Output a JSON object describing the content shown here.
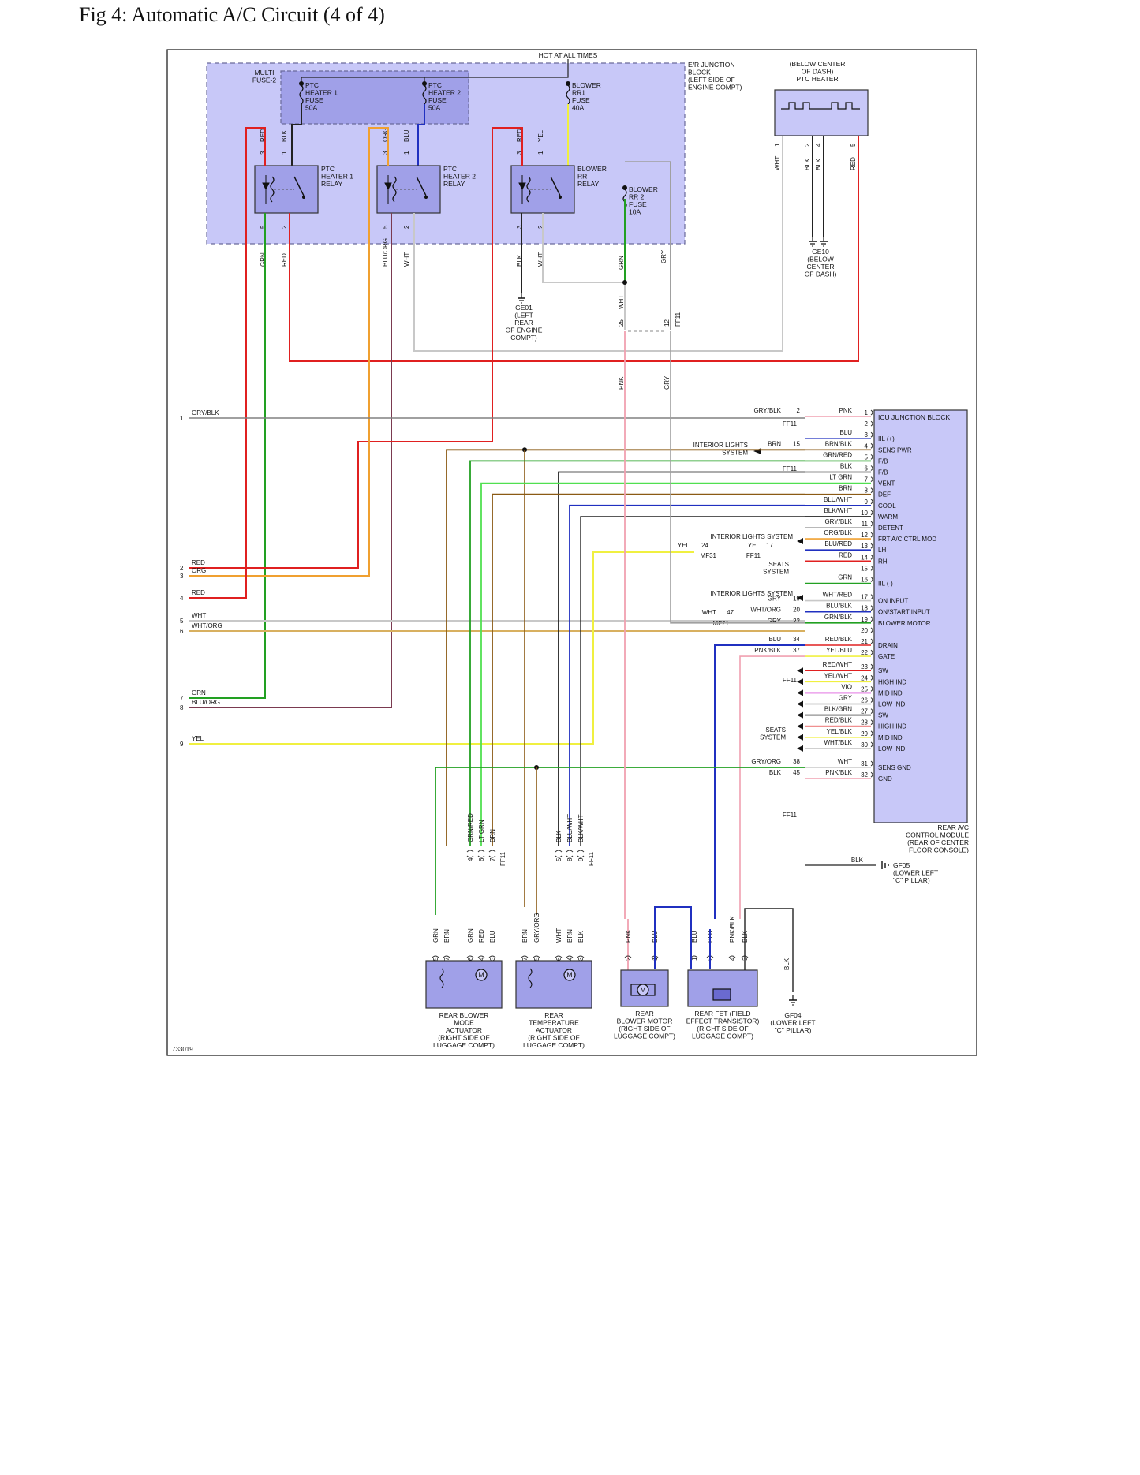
{
  "figure": {
    "title": "Fig 4: Automatic A/C Circuit (4 of 4)",
    "id": "733019"
  },
  "power": {
    "hot_at_all_times": "HOT AT ALL TIMES"
  },
  "junction_block": {
    "label_lines": [
      "E/R JUNCTION",
      "BLOCK",
      "(LEFT SIDE OF",
      "ENGINE COMPT)"
    ]
  },
  "multi_fuse": {
    "label_lines": [
      "MULTI",
      "FUSE-2"
    ]
  },
  "fuses": [
    {
      "lines": [
        "PTC",
        "HEATER 1",
        "FUSE",
        "50A"
      ]
    },
    {
      "lines": [
        "PTC",
        "HEATER 2",
        "FUSE",
        "50A"
      ]
    },
    {
      "lines": [
        "BLOWER",
        "RR1",
        "FUSE",
        "40A"
      ]
    },
    {
      "lines": [
        "BLOWER",
        "RR 2",
        "FUSE",
        "10A"
      ]
    }
  ],
  "relays": [
    {
      "lines": [
        "PTC",
        "HEATER 1",
        "RELAY"
      ],
      "pins_top": [
        "3",
        "1"
      ],
      "wires_top": [
        "RED",
        "BLK"
      ],
      "pins_bottom": [
        "5",
        "2"
      ],
      "wires_bottom": [
        "GRN",
        "RED"
      ]
    },
    {
      "lines": [
        "PTC",
        "HEATER 2",
        "RELAY"
      ],
      "pins_top": [
        "3",
        "1"
      ],
      "wires_top": [
        "ORG",
        "BLU"
      ],
      "pins_bottom": [
        "5",
        "2"
      ],
      "wires_bottom": [
        "BLU/ORG",
        "WHT"
      ]
    },
    {
      "lines": [
        "BLOWER",
        "RR",
        "RELAY"
      ],
      "pins_top": [
        "3",
        "1"
      ],
      "wires_top": [
        "RED",
        "YEL"
      ],
      "pins_bottom": [
        "3",
        "2"
      ],
      "wires_bottom": [
        "BLK",
        "WHT"
      ]
    }
  ],
  "ptc_heater": {
    "label_lines": [
      "(BELOW CENTER",
      "OF DASH)",
      "PTC HEATER"
    ],
    "pins": [
      "1",
      "2",
      "4",
      "5"
    ],
    "wires": [
      "WHT",
      "BLK",
      "BLK",
      "RED"
    ]
  },
  "grounds": [
    {
      "lines": [
        "GE10",
        "(BELOW",
        "CENTER",
        "OF DASH)"
      ]
    },
    {
      "lines": [
        "GE01",
        "(LEFT",
        "REAR",
        "OF ENGINE",
        "COMPT)"
      ]
    },
    {
      "lines": [
        "GF05",
        "(LOWER LEFT",
        "\"C\" PILLAR)"
      ]
    },
    {
      "lines": [
        "GF04",
        "(LOWER LEFT",
        "\"C\" PILLAR)"
      ]
    }
  ],
  "misc_wires": {
    "blower_rr2_out": "GRN",
    "gry_top": "GRY",
    "wht_ff11": "WHT",
    "pin25": "25",
    "pin12": "12",
    "ff11": "FF11",
    "pnk": "PNK",
    "gry": "GRY"
  },
  "left_pins": [
    {
      "num": "1",
      "color": "GRY/BLK"
    },
    {
      "num": "2",
      "color": "RED"
    },
    {
      "num": "3",
      "color": "ORG"
    },
    {
      "num": "4",
      "color": "RED"
    },
    {
      "num": "5",
      "color": "WHT"
    },
    {
      "num": "6",
      "color": "WHT/ORG"
    },
    {
      "num": "7",
      "color": "GRN"
    },
    {
      "num": "8",
      "color": "BLU/ORG"
    },
    {
      "num": "9",
      "color": "YEL"
    }
  ],
  "module": {
    "header": "ICU JUNCTION BLOCK",
    "footer_lines": [
      "REAR A/C",
      "CONTROL MODULE",
      "(REAR OF CENTER",
      "FLOOR CONSOLE)"
    ],
    "pins": [
      {
        "num": "1",
        "color": "PNK",
        "func": ""
      },
      {
        "num": "2",
        "color": "",
        "func": ""
      },
      {
        "num": "3",
        "color": "BLU",
        "func": "IIL (+)"
      },
      {
        "num": "4",
        "color": "BRN/BLK",
        "func": "SENS PWR"
      },
      {
        "num": "5",
        "color": "GRN/RED",
        "func": "F/B"
      },
      {
        "num": "6",
        "color": "BLK",
        "func": "F/B"
      },
      {
        "num": "7",
        "color": "LT GRN",
        "func": "VENT"
      },
      {
        "num": "8",
        "color": "BRN",
        "func": "DEF"
      },
      {
        "num": "9",
        "color": "BLU/WHT",
        "func": "COOL"
      },
      {
        "num": "10",
        "color": "BLK/WHT",
        "func": "WARM"
      },
      {
        "num": "11",
        "color": "GRY/BLK",
        "func": "DETENT"
      },
      {
        "num": "12",
        "color": "ORG/BLK",
        "func": "FRT A/C CTRL MOD"
      },
      {
        "num": "13",
        "color": "BLU/RED",
        "func": "LH"
      },
      {
        "num": "14",
        "color": "RED",
        "func": "RH"
      },
      {
        "num": "15",
        "color": "",
        "func": ""
      },
      {
        "num": "16",
        "color": "GRN",
        "func": "IIL (-)"
      },
      {
        "num": "17",
        "color": "WHT/RED",
        "func": "ON INPUT"
      },
      {
        "num": "18",
        "color": "BLU/BLK",
        "func": "ON/START INPUT"
      },
      {
        "num": "19",
        "color": "GRN/BLK",
        "func": "BLOWER MOTOR"
      },
      {
        "num": "20",
        "color": "",
        "func": ""
      },
      {
        "num": "21",
        "color": "RED/BLK",
        "func": "DRAIN"
      },
      {
        "num": "22",
        "color": "YEL/BLU",
        "func": "GATE"
      },
      {
        "num": "23",
        "color": "RED/WHT",
        "func": "SW"
      },
      {
        "num": "24",
        "color": "YEL/WHT",
        "func": "HIGH IND"
      },
      {
        "num": "25",
        "color": "VIO",
        "func": "MID IND"
      },
      {
        "num": "26",
        "color": "GRY",
        "func": "LOW IND"
      },
      {
        "num": "27",
        "color": "BLK/GRN",
        "func": "SW"
      },
      {
        "num": "28",
        "color": "RED/BLK",
        "func": "HIGH IND"
      },
      {
        "num": "29",
        "color": "YEL/BLK",
        "func": "MID IND"
      },
      {
        "num": "30",
        "color": "WHT/BLK",
        "func": "LOW IND"
      },
      {
        "num": "31",
        "color": "WHT",
        "func": "SENS GND"
      },
      {
        "num": "32",
        "color": "PNK/BLK",
        "func": "GND"
      }
    ]
  },
  "ff11_side": {
    "rows": [
      {
        "color": "GRY/BLK",
        "num": "2"
      },
      {
        "color": "BRN",
        "num": "15"
      },
      {
        "color": "GRY",
        "num": "19"
      },
      {
        "color": "WHT/ORG",
        "num": "20"
      },
      {
        "color": "GRY",
        "num": "22"
      },
      {
        "color": "BLU",
        "num": "34"
      },
      {
        "color": "PNK/BLK",
        "num": "37"
      },
      {
        "color": "GRY/ORG",
        "num": "38"
      },
      {
        "color": "BLK",
        "num": "45"
      },
      {
        "color": "YEL",
        "num": "17"
      },
      {
        "color": "WHT",
        "num": "47"
      }
    ],
    "connector": "FF11",
    "mf31": "MF31",
    "mf21": "MF21",
    "yel24": {
      "color": "YEL",
      "num": "24"
    }
  },
  "system_labels": {
    "interior_lights_system_a": [
      "INTERIOR LIGHTS",
      "SYSTEM"
    ],
    "interior_lights_system_b": "INTERIOR LIGHTS SYSTEM",
    "interior_lights_system_c": "INTERIOR LIGHTS SYSTEM",
    "seats_system_a": [
      "SEATS",
      "SYSTEM"
    ],
    "seats_system_b": [
      "SEATS",
      "SYSTEM"
    ],
    "blk_gf05": "BLK"
  },
  "bottom_connectors": {
    "group_a": {
      "pins": [
        "4",
        "6",
        "7"
      ],
      "wires": [
        "GRN/RED",
        "LT GRN",
        "BRN"
      ],
      "connector": "FF11"
    },
    "group_b": {
      "pins": [
        "5",
        "8",
        "9"
      ],
      "wires": [
        "BLK",
        "BLU/WHT",
        "BLK/WHT"
      ],
      "connector": "FF11"
    }
  },
  "components": [
    {
      "lines": [
        "REAR BLOWER",
        "MODE",
        "ACTUATOR",
        "(RIGHT SIDE OF",
        "LUGGAGE COMPT)"
      ],
      "pins": [
        "5",
        "7",
        "6",
        "4",
        "3"
      ],
      "wires": [
        "GRN",
        "BRN",
        "GRN",
        "RED",
        "BLU"
      ]
    },
    {
      "lines": [
        "REAR",
        "TEMPERATURE",
        "ACTUATOR",
        "(RIGHT SIDE OF",
        "LUGGAGE COMPT)"
      ],
      "pins": [
        "7",
        "5",
        "6",
        "4",
        "3"
      ],
      "wires": [
        "BRN",
        "GRY/ORG",
        "WHT",
        "BRN",
        "BLK"
      ]
    },
    {
      "lines": [
        "REAR",
        "BLOWER MOTOR",
        "(RIGHT SIDE OF",
        "LUGGAGE COMPT)"
      ],
      "pins": [
        "2",
        "1"
      ],
      "wires": [
        "PNK",
        "BLU"
      ]
    },
    {
      "lines": [
        "REAR FET (FIELD",
        "EFFECT TRANSISTOR)",
        "(RIGHT SIDE OF",
        "LUGGAGE COMPT)"
      ],
      "pins": [
        "1",
        "2",
        "4",
        "3"
      ],
      "wires": [
        "BLU",
        "BLU",
        "PNK/BLK",
        "BLK"
      ]
    }
  ],
  "gf04_wire": "BLK"
}
